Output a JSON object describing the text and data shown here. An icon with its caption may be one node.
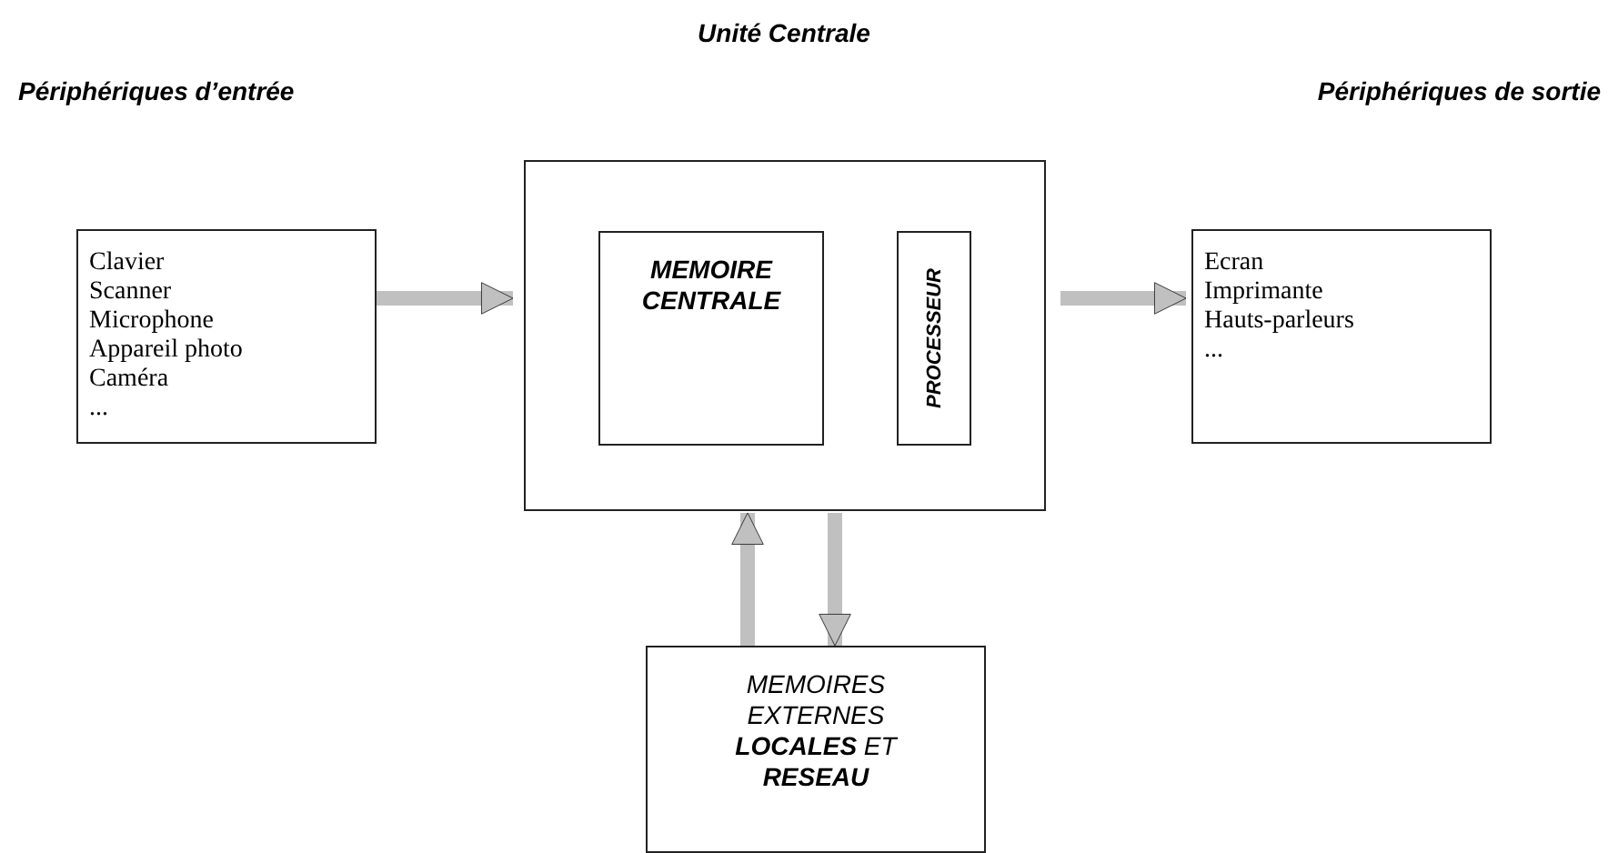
{
  "diagram": {
    "title": "Unité Centrale",
    "nodes": [
      {
        "text": [
          "Clavier",
          "Scanner",
          "Microphone",
          "Appareil photo",
          "Caméra",
          "..."
        ]
      },
      {
        "text": [],
        "shape": "box"
      },
      {
        "text": [
          "MEMOIRE CENTRALE"
        ],
        "in": 1
      },
      {
        "text": [
          "PROCESSEUR"
        ],
        "in": 1
      },
      {
        "text": [
          "Ecran",
          "Imprimante",
          "Hauts-parleurs",
          "..."
        ]
      },
      {
        "text": [
          "MEMOIRES EXTERNES **LOCALES** ET **RESEAU**"
        ]
      }
    ],
    "edges": [
      {
        "from": 0,
        "to": 1,
        "arrow": "to"
      },
      {
        "from": 1,
        "to": 4,
        "arrow": "to"
      },
      {
        "from": 5,
        "to": 1,
        "arrow": "to"
      },
      {
        "from": 1,
        "to": 5,
        "arrow": "to"
      }
    ],
    "labels": [
      "Périphériques d’entrée",
      "Périphériques de sortie"
    ]
  }
}
